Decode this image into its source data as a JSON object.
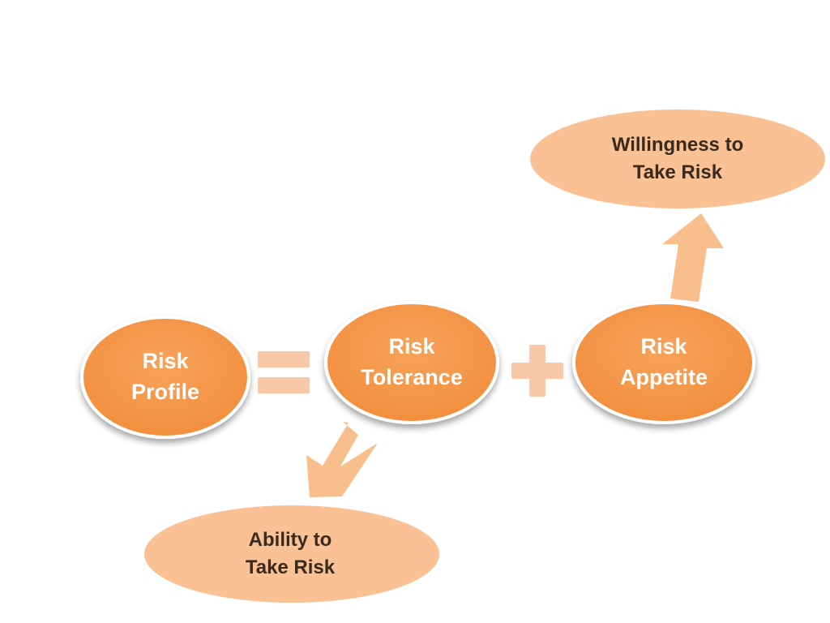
{
  "nodes": {
    "risk_profile": {
      "lines": [
        "Risk",
        "Profile"
      ]
    },
    "risk_tolerance": {
      "lines": [
        "Risk",
        "Tolerance"
      ]
    },
    "risk_appetite": {
      "lines": [
        "Risk",
        "Appetite"
      ]
    },
    "ability": {
      "lines": [
        "Ability to",
        "Take Risk"
      ]
    },
    "willingness": {
      "lines": [
        "Willingness to",
        "Take Risk"
      ]
    }
  },
  "operators": [
    "equals",
    "plus"
  ],
  "colors": {
    "main_node": "#f59a4c",
    "node_border": "#ffffff",
    "light_node": "#f9c194",
    "arrow": "#f8bf8c",
    "operator": "#f8c8a8"
  }
}
